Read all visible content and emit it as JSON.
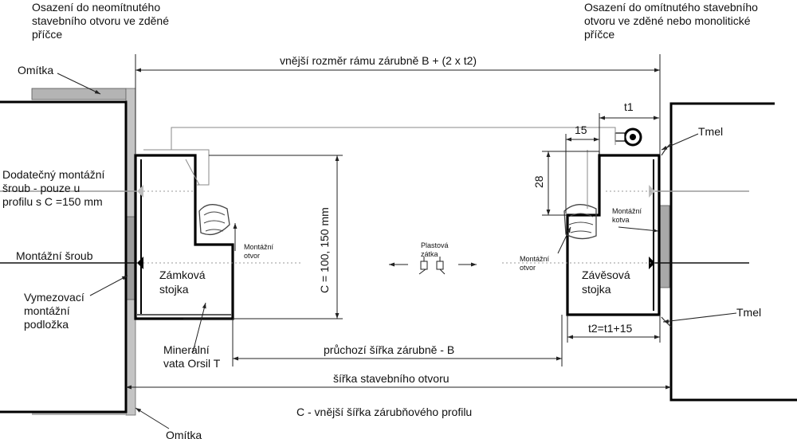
{
  "labels": {
    "left_note_1": "Osazení do neomítnutého",
    "left_note_2": "stavebního otvoru ve zděné",
    "left_note_3": "příčce",
    "right_note_1": "Osazení do omítnutého stavebního",
    "right_note_2": "otvoru ve zděné nebo monolitické",
    "right_note_3": "příčce",
    "omitka_top": "Omítka",
    "omitka_bottom": "Omítka",
    "outer_dim": "vnější rozměr rámu zárubně B + (2 x t2)",
    "t1": "t1",
    "dim_15": "15",
    "tmel_top": "Tmel",
    "tmel_bottom": "Tmel",
    "dim_28": "28",
    "screw_note_1": "Dodatečný montážní",
    "screw_note_2": "šroub - pouze u",
    "screw_note_3": "profilu s C =150 mm",
    "montazni_sroub": "Montážní šroub",
    "vymezovaci_1": "Vymezovací",
    "vymezovaci_2": "montážní",
    "vymezovaci_3": "podložka",
    "c_dim": "C = 100, 150 mm",
    "otvor_left_1": "Montážní",
    "otvor_left_2": "otvor",
    "zatka_1": "Plastová",
    "zatka_2": "zátka",
    "otvor_right_1": "Montážní",
    "otvor_right_2": "otvor",
    "kotva_1": "Montážní",
    "kotva_2": "kotva",
    "zamkova_1": "Zámková",
    "zamkova_2": "stojka",
    "zavesova_1": "Závěsová",
    "zavesova_2": "stojka",
    "t2": "t2=t1+15",
    "mineral_1": "Minerální",
    "mineral_2": "vata Orsil T",
    "pruchozi": "průchozí šířka zárubně - B",
    "sirka_otvoru": "šířka stavebního otvoru",
    "c_profile": "C - vnější šířka zárubňového profilu"
  },
  "colors": {
    "line": "#000000",
    "plaster": "#b4b4b4",
    "dotted": "#9a9a9a",
    "text": "#111111"
  }
}
